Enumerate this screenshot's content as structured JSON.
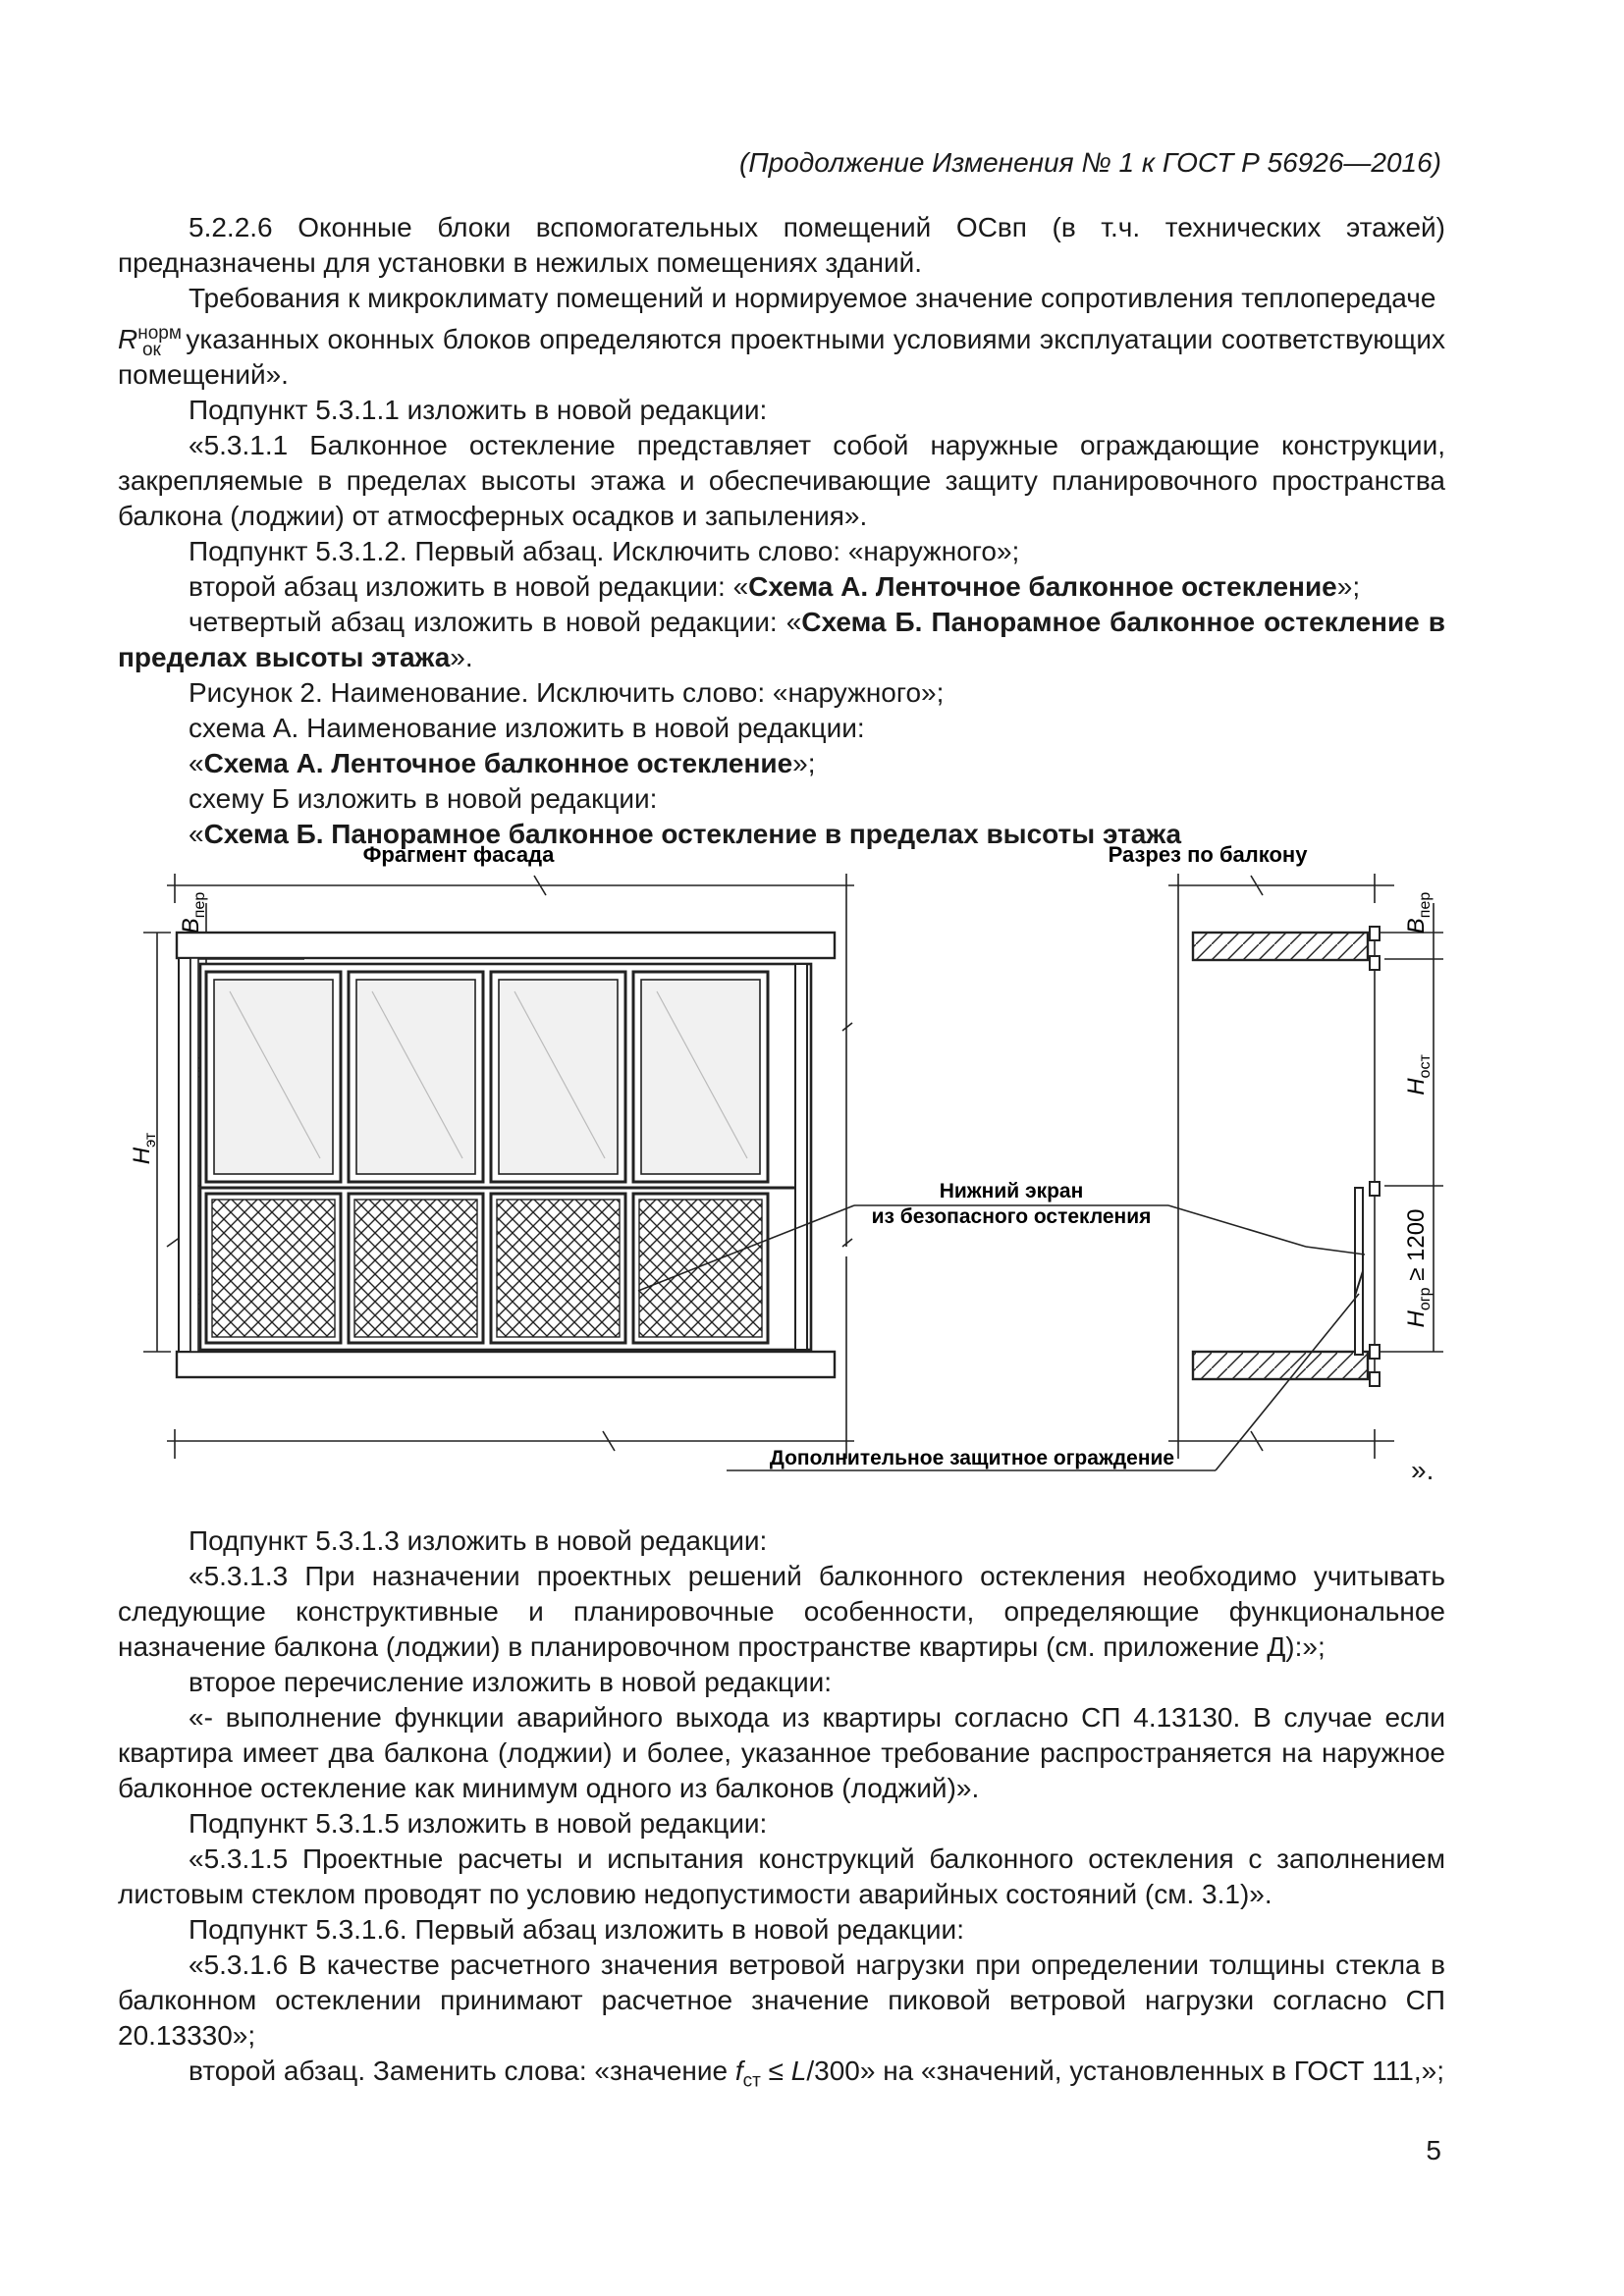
{
  "header": "(Продолжение Изменения № 1 к ГОСТ Р 56926—2016)",
  "p1": "5.2.2.6 Оконные блоки вспомогательных помещений ОСвп (в т.ч. технических этажей) предназначены для установки в нежилых помещениях зданий.",
  "p2": "Требования к микроклимату помещений и нормируемое значение сопротивления теплопередаче",
  "p3_R": "R",
  "p3_sup": "норм",
  "p3_sub": "ок",
  "p3": "указанных оконных блоков определяются проектными условиями эксплуатации соответствующих помещений».",
  "p4": "Подпункт 5.3.1.1 изложить в новой редакции:",
  "p5": "«5.3.1.1 Балконное остекление представляет собой наружные ограждающие конструкции, закрепляемые в пределах высоты этажа и обеспечивающие защиту планировочного пространства балкона (лоджии) от атмосферных осадков и запыления».",
  "p6": "Подпункт 5.3.1.2. Первый абзац. Исключить слово: «наружного»;",
  "p7a": "второй абзац изложить в новой редакции: «",
  "p7b": "Схема А. Ленточное балконное остекление",
  "p7c": "»;",
  "p8a": "четвертый абзац изложить в новой редакции: «",
  "p8b": "Схема Б. Панорамное балконное остекление в пределах высоты этажа",
  "p8c": "».",
  "p9": "Рисунок 2. Наименование. Исключить слово: «наружного»;",
  "p10": "схема А. Наименование изложить в новой редакции:",
  "p11a": "«",
  "p11b": "Схема А. Ленточное балконное остекление",
  "p11c": "»;",
  "p12": "схему Б изложить в новой редакции:",
  "p13a": "«",
  "p13b": "Схема Б. Панорамное балконное остекление в пределах высоты этажа",
  "figure": {
    "title_left": "Фрагмент фасада",
    "title_right": "Разрез по балкону",
    "label_screen_1": "Нижний экран",
    "label_screen_2": "из безопасного остекления",
    "label_guard": "Дополнительное защитное ограждение",
    "dim_H_et": "H",
    "dim_H_et_sub": "эт",
    "dim_B_per": "B",
    "dim_B_per_sub": "пер",
    "dim_H_ost": "H",
    "dim_H_ost_sub": "ост",
    "dim_H_ogr": "H",
    "dim_H_ogr_sub": "огр",
    "dim_H_ogr_val": " ≥ 1200"
  },
  "closing": "».",
  "p14": "Подпункт 5.3.1.3 изложить в новой редакции:",
  "p15": "«5.3.1.3 При назначении проектных решений балконного остекления необходимо учитывать следующие конструктивные и планировочные особенности, определяющие функциональное назначение балкона (лоджии) в планировочном пространстве квартиры (см. приложение Д):»;",
  "p16": "второе перечисление изложить в новой редакции:",
  "p17": "«- выполнение функции аварийного выхода из квартиры согласно СП 4.13130. В случае если квартира имеет два балкона (лоджии) и более, указанное требование распространяется на наружное балконное остекление как минимум одного из балконов (лоджий)».",
  "p18": "Подпункт 5.3.1.5 изложить в новой редакции:",
  "p19": "«5.3.1.5 Проектные расчеты и испытания конструкций балконного остекления с заполнением листовым стеклом проводят по условию недопустимости аварийных состояний (см. 3.1)».",
  "p20": "Подпункт 5.3.1.6. Первый абзац изложить в новой редакции:",
  "p21": "«5.3.1.6 В качестве расчетного значения ветровой нагрузки при определении толщины стекла в балконном остеклении принимают расчетное значение пиковой ветровой нагрузки согласно СП 20.13330»;",
  "p22a": "второй абзац. Заменить слова: «значение ",
  "p22f": "f",
  "p22fsub": "ст",
  "p22b": " ≤ ",
  "p22L": "L",
  "p22c": "/300» на «значений, установленных в ГОСТ 111,»;",
  "page_number": "5"
}
